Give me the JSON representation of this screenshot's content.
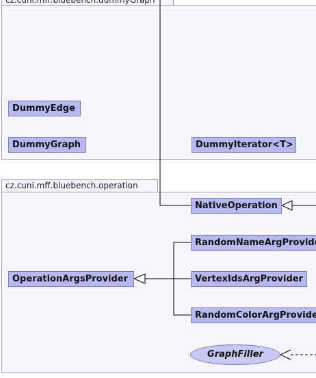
{
  "packages": {
    "dummy_graph": {
      "label": "cz.cuni.mff.bluebench.dummyGraph"
    },
    "operation": {
      "label": "cz.cuni.mff.bluebench.operation"
    }
  },
  "classes": {
    "dummy_edge": "DummyEdge",
    "dummy_graph": "DummyGraph",
    "dummy_iterator": "DummyIterator<T>",
    "native_operation": "NativeOperation",
    "random_name_arg_provider": "RandomNameArgProvider",
    "operation_args_provider": "OperationArgsProvider",
    "vertex_ids_arg_provider": "VertexIdsArgProvider",
    "random_color_arg_provider": "RandomColorArgProvider"
  },
  "interfaces": {
    "graph_filler": "GraphFiller"
  },
  "colors": {
    "package_fill": "#f5f5fb",
    "class_fill": "#b8b8f0",
    "interface_fill": "#c8c8f2",
    "border": "#7b7bc0"
  }
}
